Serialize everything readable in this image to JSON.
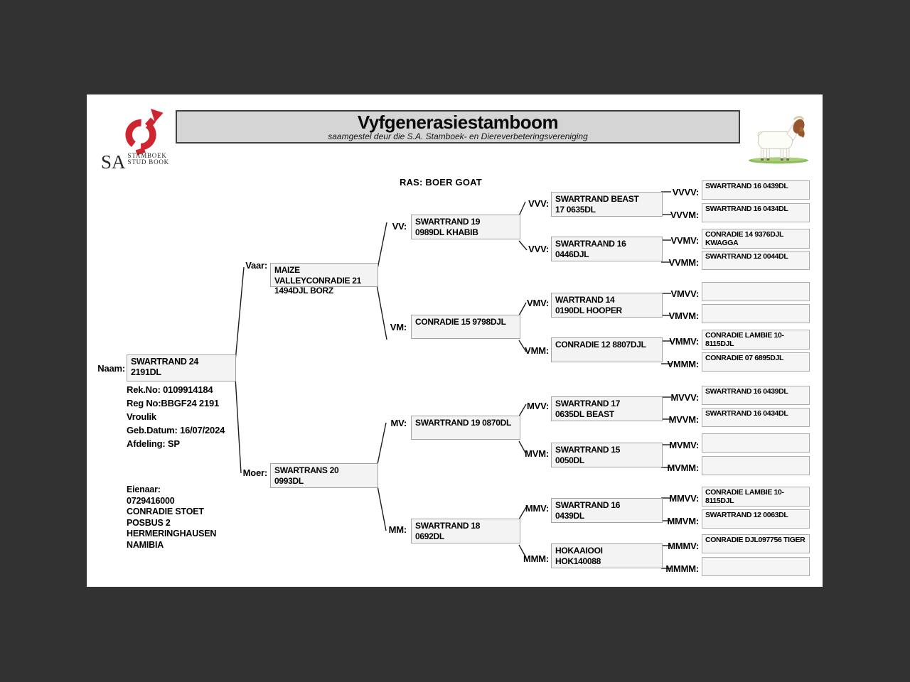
{
  "header": {
    "title": "Vyfgenerasiestamboom",
    "subtitle": "saamgestel deur die S.A. Stamboek- en Diereverbeteringsvereniging",
    "breed": "RAS: BOER GOAT",
    "logo": {
      "sa": "SA",
      "stamboek": "STAMBOEK",
      "studbook": "STUD BOOK"
    }
  },
  "subject": {
    "label": "Naam:",
    "name": "SWARTRAND 24\n2191DL",
    "rek_no": "Rek.No: 0109914184",
    "reg_no": "Reg No:BBGF24 2191",
    "sex": "Vroulik",
    "birth_date": "Geb.Datum: 16/07/2024",
    "division": "Afdeling: SP",
    "owner_heading": "Eienaar:",
    "owner_lines": [
      "0729416000",
      "CONRADIE STOET",
      "POSBUS 2",
      "HERMERINGHAUSEN",
      "NAMIBIA"
    ]
  },
  "gen2": [
    {
      "label": "Vaar:",
      "name": "MAIZE\nVALLEYCONRADIE 21\n1494DJL BORZ"
    },
    {
      "label": "Moer:",
      "name": "SWARTRANS 20\n0993DL"
    }
  ],
  "gen3": [
    {
      "label": "VV:",
      "name": "SWARTRAND 19\n0989DL KHABIB"
    },
    {
      "label": "VM:",
      "name": "CONRADIE 15 9798DJL"
    },
    {
      "label": "MV:",
      "name": "SWARTRAND 19 0870DL"
    },
    {
      "label": "MM:",
      "name": "SWARTRAND 18\n0692DL"
    }
  ],
  "gen4": [
    {
      "label": "VVV:",
      "name": "SWARTRAND BEAST\n17 0635DL"
    },
    {
      "label": "VVV:",
      "name": "SWARTRAAND 16\n0446DJL"
    },
    {
      "label": "VMV:",
      "name": "WARTRAND 14\n0190DL HOOPER"
    },
    {
      "label": "VMM:",
      "name": "CONRADIE 12 8807DJL"
    },
    {
      "label": "MVV:",
      "name": "SWARTRAND 17\n0635DL BEAST"
    },
    {
      "label": "MVM:",
      "name": "SWARTRAND 15\n0050DL"
    },
    {
      "label": "MMV:",
      "name": "SWARTRAND 16\n0439DL"
    },
    {
      "label": "MMM:",
      "name": "HOKAAIOOI\nHOK140088"
    }
  ],
  "gen5": [
    {
      "label": "VVVV:",
      "name": "SWARTRAND 16 0439DL"
    },
    {
      "label": "VVVM:",
      "name": "SWARTRAND 16 0434DL"
    },
    {
      "label": "VVMV:",
      "name": "CONRADIE 14 9376DJL\nKWAGGA"
    },
    {
      "label": "VVMM:",
      "name": "SWARTRAND 12 0044DL"
    },
    {
      "label": "VMVV:",
      "name": ""
    },
    {
      "label": "VMVM:",
      "name": ""
    },
    {
      "label": "VMMV:",
      "name": "CONRADIE LAMBIE 10-\n8115DJL"
    },
    {
      "label": "VMMM:",
      "name": "CONRADIE 07 6895DJL"
    },
    {
      "label": "MVVV:",
      "name": "SWARTRAND 16 0439DL"
    },
    {
      "label": "MVVM:",
      "name": "SWARTRAND 16 0434DL"
    },
    {
      "label": "MVMV:",
      "name": ""
    },
    {
      "label": "MVMM:",
      "name": ""
    },
    {
      "label": "MMVV:",
      "name": "CONRADIE LAMBIE 10-\n8115DJL"
    },
    {
      "label": "MMVM:",
      "name": "SWARTRAND 12 0063DL"
    },
    {
      "label": "MMMV:",
      "name": "CONRADIE DJL097756 TIGER"
    },
    {
      "label": "MMMM:",
      "name": ""
    }
  ],
  "colors": {
    "background": "#323232",
    "page": "#ffffff",
    "box_fill": "#f3f3f3",
    "box_border": "#a3a3a3",
    "title_fill": "#d5d5d5",
    "logo_red": "#ce2630"
  }
}
